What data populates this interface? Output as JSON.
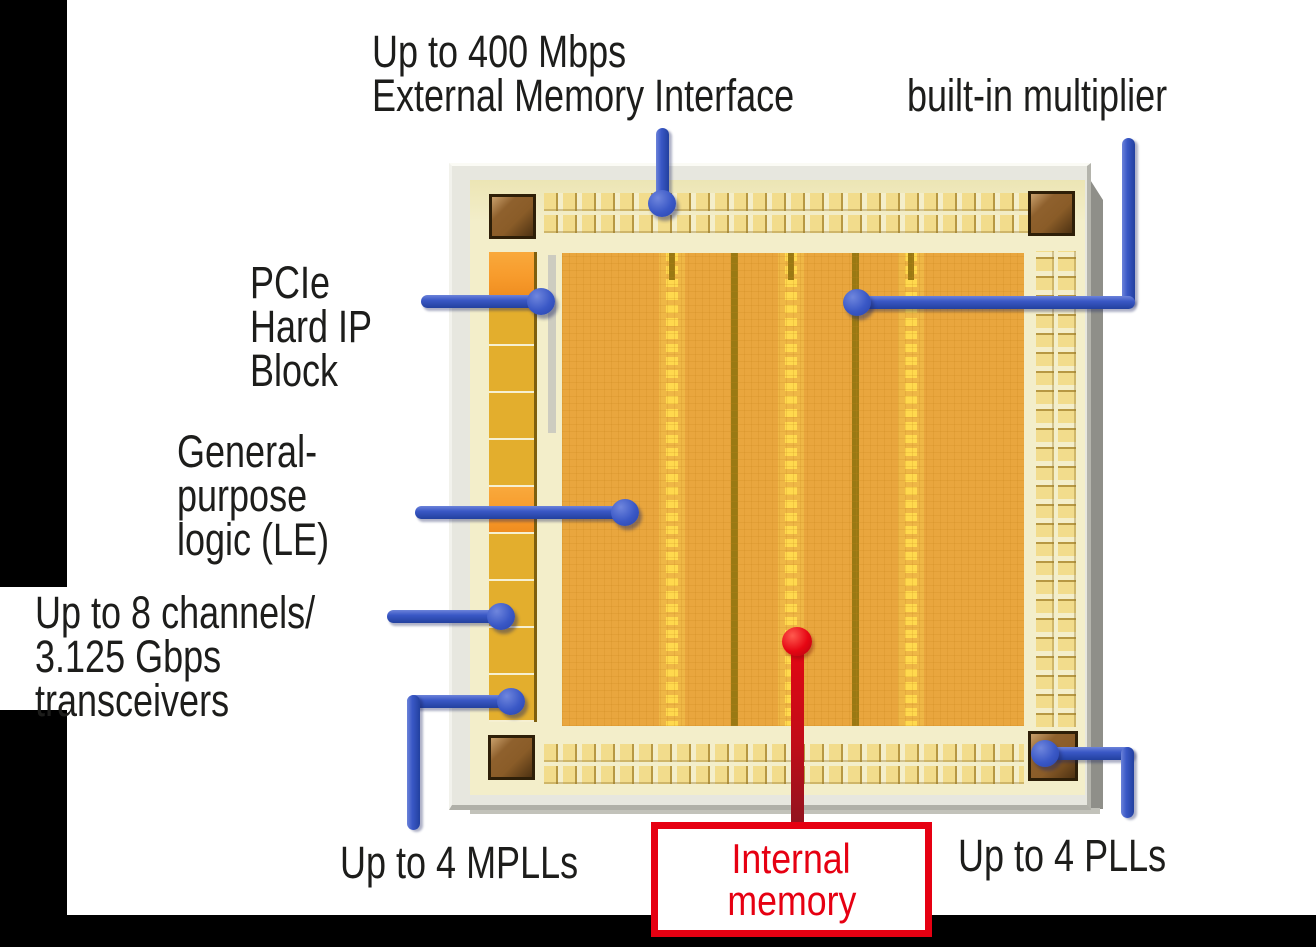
{
  "labels": {
    "memory_interface": {
      "line1": "Up to 400 Mbps",
      "line2": "External Memory Interface"
    },
    "multiplier": {
      "text": "built-in multiplier"
    },
    "pcie": {
      "line1": "PCIe",
      "line2": "Hard IP",
      "line3": "Block"
    },
    "logic": {
      "line1": "General-",
      "line2": "purpose",
      "line3": "logic (LE)"
    },
    "transceivers": {
      "line1": "Up to 8 channels/",
      "line2": "3.125 Gbps",
      "line3": "transceivers"
    },
    "mpll": {
      "text": "Up to 4 MPLLs"
    },
    "internal_memory": {
      "line1": "Internal",
      "line2": "memory"
    },
    "pll": {
      "text": "Up to 4 PLLs"
    }
  },
  "colors": {
    "annotation_blue": "#3a58c6",
    "annotation_blue_dark": "#22409f",
    "annotation_red": "#e60012",
    "label_text": "#1d1d1b",
    "chip_core_orange": "#e9a63e",
    "chip_ring_cream": "#f3eeca",
    "pad_gold": "#f2dc8c",
    "logic_block_gold": "#e3ae2d",
    "io_block_orange": "#f79b2c",
    "corner_pad_brown": "#8a5c28",
    "stripe_dark_olive": "#9a7913",
    "stripe_dot_yellow": "#ffd94e",
    "mask_black": "#000000"
  }
}
